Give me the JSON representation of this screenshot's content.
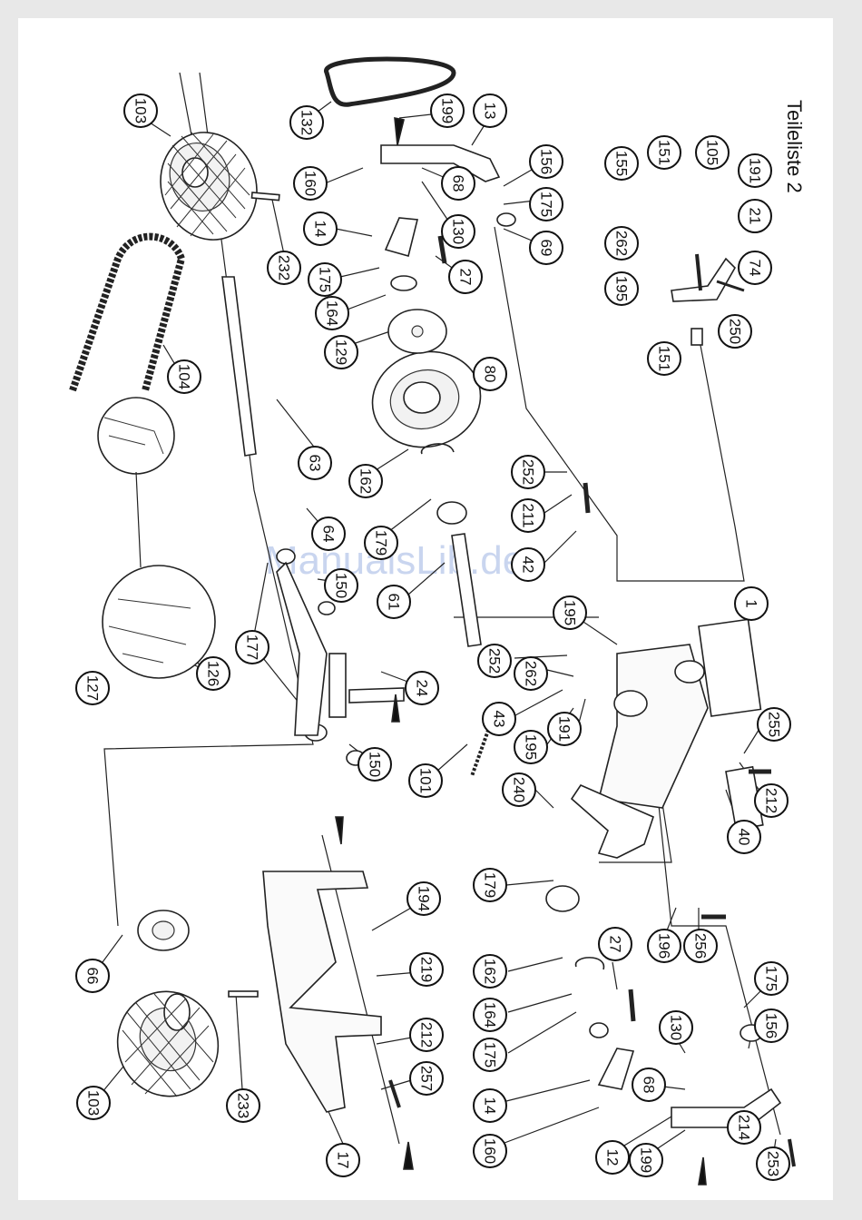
{
  "title": "Teileliste 2",
  "watermark": "ManualsLib.de",
  "callouts": [
    {
      "id": "c103a",
      "label": "103"
    },
    {
      "id": "c132",
      "label": "132"
    },
    {
      "id": "c199a",
      "label": "199"
    },
    {
      "id": "c13",
      "label": "13"
    },
    {
      "id": "c160a",
      "label": "160"
    },
    {
      "id": "c68a",
      "label": "68"
    },
    {
      "id": "c156a",
      "label": "156"
    },
    {
      "id": "c175a",
      "label": "175"
    },
    {
      "id": "c130a",
      "label": "130"
    },
    {
      "id": "c14a",
      "label": "14"
    },
    {
      "id": "c232",
      "label": "232"
    },
    {
      "id": "c27a",
      "label": "27"
    },
    {
      "id": "c69",
      "label": "69"
    },
    {
      "id": "c175b",
      "label": "175"
    },
    {
      "id": "c164a",
      "label": "164"
    },
    {
      "id": "c129",
      "label": "129"
    },
    {
      "id": "c104",
      "label": "104"
    },
    {
      "id": "c80",
      "label": "80"
    },
    {
      "id": "c63",
      "label": "63"
    },
    {
      "id": "c162a",
      "label": "162"
    },
    {
      "id": "c252a",
      "label": "252"
    },
    {
      "id": "c211",
      "label": "211"
    },
    {
      "id": "c179a",
      "label": "179"
    },
    {
      "id": "c64",
      "label": "64"
    },
    {
      "id": "c42",
      "label": "42"
    },
    {
      "id": "c150a",
      "label": "150"
    },
    {
      "id": "c61",
      "label": "61"
    },
    {
      "id": "c195a",
      "label": "195"
    },
    {
      "id": "c1",
      "label": "1"
    },
    {
      "id": "c177",
      "label": "177"
    },
    {
      "id": "c252b",
      "label": "252"
    },
    {
      "id": "c262a",
      "label": "262"
    },
    {
      "id": "c24",
      "label": "24"
    },
    {
      "id": "c127",
      "label": "127"
    },
    {
      "id": "c126",
      "label": "126"
    },
    {
      "id": "c43",
      "label": "43"
    },
    {
      "id": "c191a",
      "label": "191"
    },
    {
      "id": "c195b",
      "label": "195"
    },
    {
      "id": "c255",
      "label": "255"
    },
    {
      "id": "c150b",
      "label": "150"
    },
    {
      "id": "c101",
      "label": "101"
    },
    {
      "id": "c240",
      "label": "240"
    },
    {
      "id": "c212a",
      "label": "212"
    },
    {
      "id": "c40",
      "label": "40"
    },
    {
      "id": "c194",
      "label": "194"
    },
    {
      "id": "c179b",
      "label": "179"
    },
    {
      "id": "c196",
      "label": "196"
    },
    {
      "id": "c256",
      "label": "256"
    },
    {
      "id": "c66",
      "label": "66"
    },
    {
      "id": "c219",
      "label": "219"
    },
    {
      "id": "c162b",
      "label": "162"
    },
    {
      "id": "c27b",
      "label": "27"
    },
    {
      "id": "c175c",
      "label": "175"
    },
    {
      "id": "c164b",
      "label": "164"
    },
    {
      "id": "c130b",
      "label": "130"
    },
    {
      "id": "c156b",
      "label": "156"
    },
    {
      "id": "c212b",
      "label": "212"
    },
    {
      "id": "c175d",
      "label": "175"
    },
    {
      "id": "c68b",
      "label": "68"
    },
    {
      "id": "c257",
      "label": "257"
    },
    {
      "id": "c14b",
      "label": "14"
    },
    {
      "id": "c214",
      "label": "214"
    },
    {
      "id": "c103b",
      "label": "103"
    },
    {
      "id": "c233",
      "label": "233"
    },
    {
      "id": "c17",
      "label": "17"
    },
    {
      "id": "c160b",
      "label": "160"
    },
    {
      "id": "c12",
      "label": "12"
    },
    {
      "id": "c199b",
      "label": "199"
    },
    {
      "id": "c253",
      "label": "253"
    },
    {
      "id": "c155",
      "label": "155"
    },
    {
      "id": "c151a",
      "label": "151"
    },
    {
      "id": "c105",
      "label": "105"
    },
    {
      "id": "c191b",
      "label": "191"
    },
    {
      "id": "c21",
      "label": "21"
    },
    {
      "id": "c262b",
      "label": "262"
    },
    {
      "id": "c74",
      "label": "74"
    },
    {
      "id": "c195c",
      "label": "195"
    },
    {
      "id": "c250",
      "label": "250"
    },
    {
      "id": "c151b",
      "label": "151"
    }
  ]
}
